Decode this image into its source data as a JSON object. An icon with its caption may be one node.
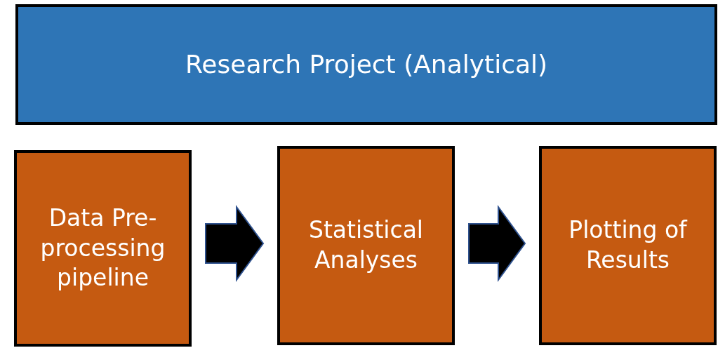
{
  "diagram": {
    "nodes": [
      {
        "text": [
          "Research Project (Analytical)"
        ]
      },
      {
        "text": [
          "Data Pre-processing pipeline"
        ]
      },
      {
        "text": [
          "Statistical Analyses"
        ]
      },
      {
        "text": [
          "Plotting of Results"
        ]
      }
    ],
    "edges": [
      {
        "from": 1,
        "to": 2,
        "arrow": "to"
      },
      {
        "from": 2,
        "to": 3,
        "arrow": "to"
      }
    ]
  }
}
